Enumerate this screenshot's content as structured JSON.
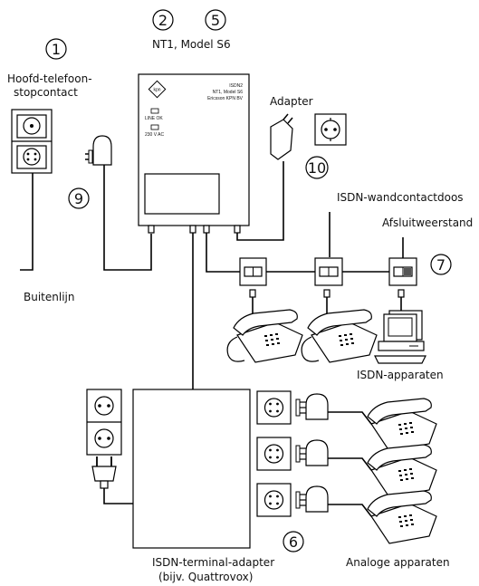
{
  "numbers": {
    "n1": "1",
    "n2": "2",
    "n5": "5",
    "n6": "6",
    "n7": "7",
    "n9": "9",
    "n10": "10"
  },
  "labels": {
    "model_title": "NT1, Model S6",
    "main_socket_line1": "Hoofd-telefoon-",
    "main_socket_line2": "stopcontact",
    "adapter": "Adapter",
    "isdn_socket": "ISDN-wandcontactdoos",
    "terminator": "Afsluitweerstand",
    "outside_line": "Buitenlijn",
    "isdn_devices": "ISDN-apparaten",
    "terminal_adapter_line1": "ISDN-terminal-adapter",
    "terminal_adapter_line2": "(bijv. Quattrovox)",
    "analog_devices": "Analoge apparaten"
  },
  "device": {
    "logo": "kpn",
    "model_line1": "ISDN2",
    "model_line2": "NT1, Model S6",
    "model_line3": "Ericsson KPN BV",
    "led1": "LINE OK",
    "led2": "230 V AC"
  }
}
